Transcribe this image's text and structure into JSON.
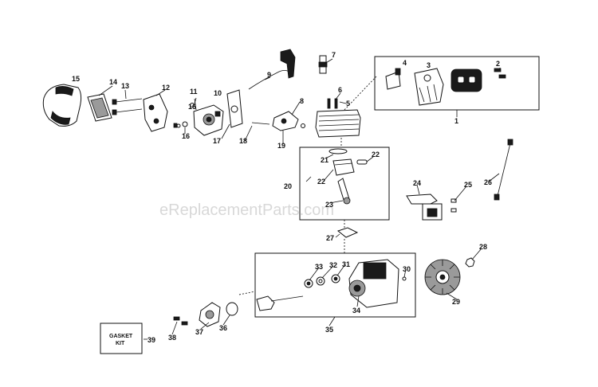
{
  "watermark": "eReplacementParts.com",
  "gasket_kit": {
    "line1": "GASKET",
    "line2": "KIT"
  },
  "callouts": [
    "1",
    "2",
    "3",
    "4",
    "5",
    "6",
    "7",
    "8",
    "9",
    "10",
    "11",
    "12",
    "13",
    "14",
    "15",
    "16",
    "17",
    "18",
    "19",
    "20",
    "21",
    "22",
    "23",
    "24",
    "25",
    "26",
    "27",
    "28",
    "29",
    "30",
    "31",
    "32",
    "33",
    "34",
    "35",
    "36",
    "37",
    "38",
    "39"
  ],
  "callout_22_second": "22",
  "callout_16_second": "16"
}
